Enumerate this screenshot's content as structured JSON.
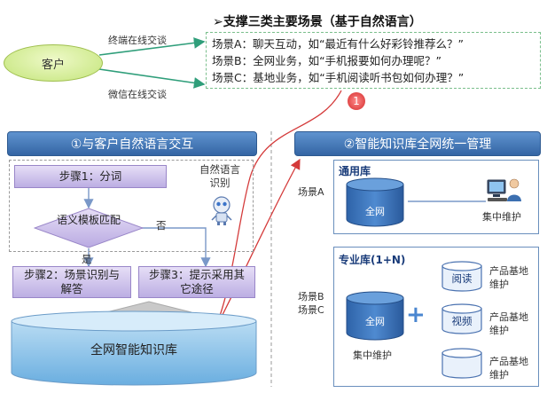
{
  "top": {
    "customer": "客户",
    "line_terminal": "终端在线交谈",
    "line_wechat": "微信在线交谈",
    "title": "➢支撑三类主要场景（基于自然语言）",
    "scenarios": [
      "场景A：聊天互动，如“最近有什么好彩铃推荐么？”",
      "场景B：全网业务，如“手机报要如何办理呢？”",
      "场景C：基地业务，如“手机阅读听书包如何办理？”"
    ],
    "marker_1": "1",
    "marker_2": "2"
  },
  "left": {
    "banner": "①与客户自然语言交互",
    "step1": "步骤1：分词",
    "nl_recognition": "自然语言识别",
    "decision": "语义模板匹配",
    "no_label": "否",
    "yes_label": "是",
    "step2": "步骤2：场景识别与解答",
    "step3": "步骤3：提示采用其它途径",
    "knowledge_base": "全网智能知识库"
  },
  "right": {
    "banner": "②智能知识库全网统一管理",
    "general": {
      "title": "通用库",
      "scene_label": "场景A",
      "db_label": "全网",
      "maintain": "集中维护"
    },
    "special": {
      "title": "专业库(1+N)",
      "scene_b": "场景B",
      "scene_c": "场景C",
      "db_label": "全网",
      "maintain": "集中维护",
      "plus": "+",
      "items": [
        {
          "label": "阅读",
          "desc": "产品基地维护"
        },
        {
          "label": "视频",
          "desc": "产品基地维护"
        },
        {
          "label": "",
          "desc": "产品基地维护"
        }
      ]
    }
  }
}
